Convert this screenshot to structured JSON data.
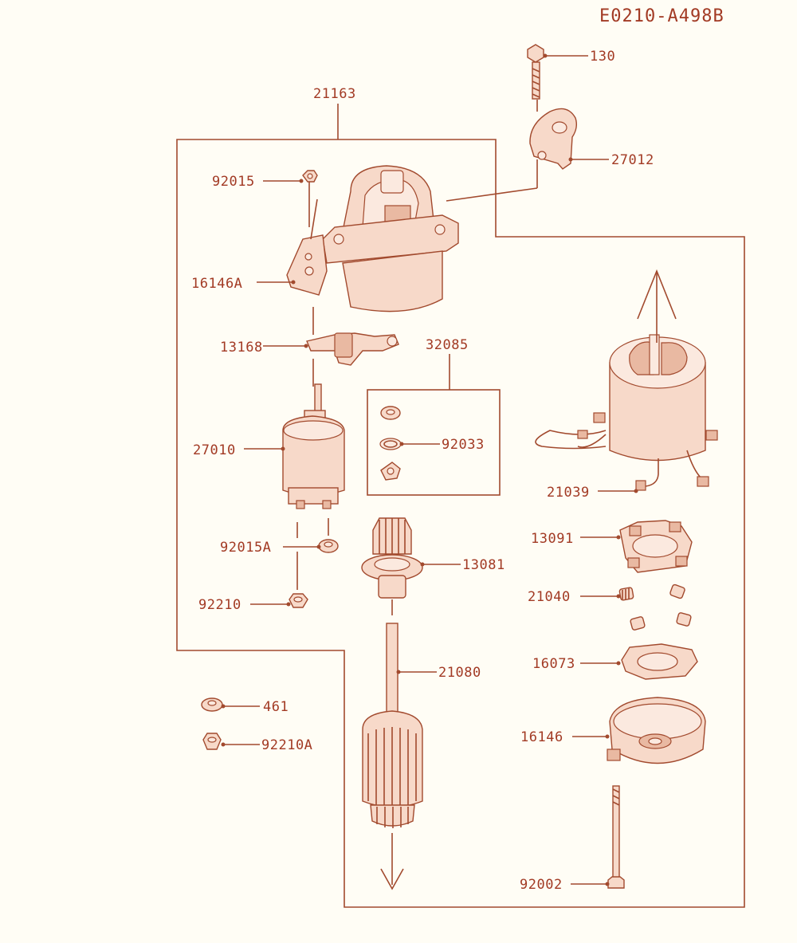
{
  "diagram_code": "E0210-A498B",
  "labels": {
    "p130": "130",
    "p21163": "21163",
    "p27012": "27012",
    "p92015": "92015",
    "p16146A": "16146A",
    "p13168": "13168",
    "p32085": "32085",
    "p27010": "27010",
    "p92033": "92033",
    "p21039": "21039",
    "p13091": "13091",
    "p92015A": "92015A",
    "p13081": "13081",
    "p92210": "92210",
    "p21040": "21040",
    "p16073": "16073",
    "p21080": "21080",
    "p461": "461",
    "p92210A": "92210A",
    "p16146": "16146",
    "p92002": "92002"
  },
  "colors": {
    "line": "#a24a2e",
    "text": "#a23a24",
    "part_fill": "#f7d9c9",
    "background": "#fffdf5"
  }
}
